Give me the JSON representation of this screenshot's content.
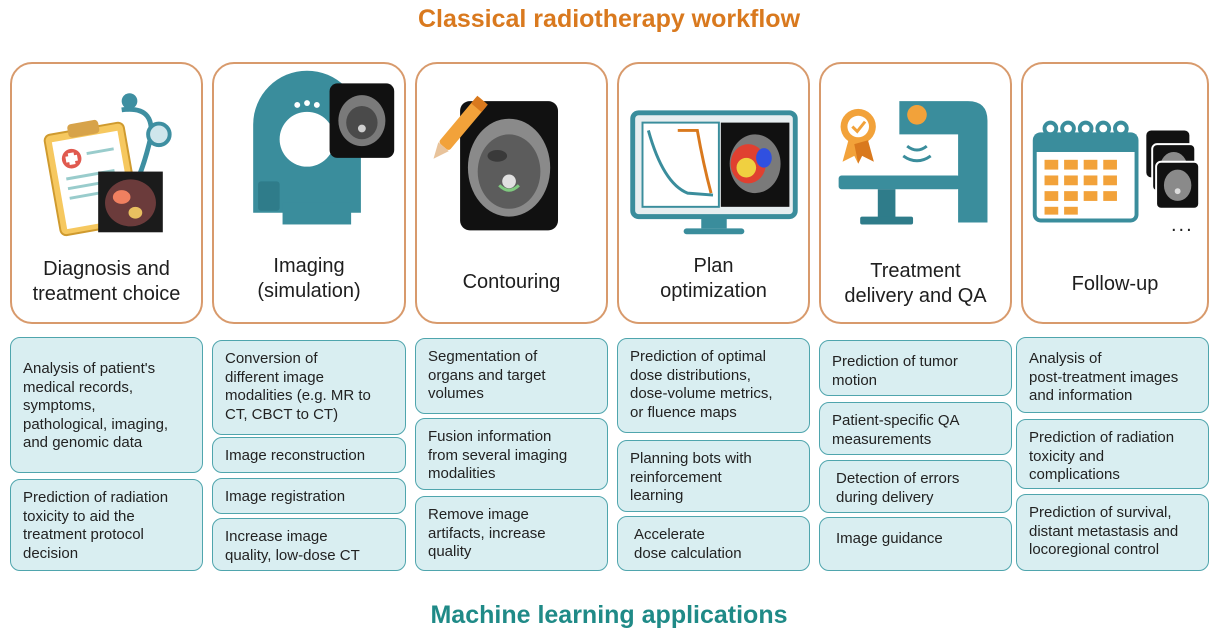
{
  "header": {
    "title": "Classical radiotherapy workflow"
  },
  "footer": {
    "title": "Machine learning applications"
  },
  "stages": [
    {
      "label": "Diagnosis and\ntreatment choice",
      "illustration": "clipboard-stethoscope-pet-scan-icon"
    },
    {
      "label": "Imaging\n(simulation)",
      "illustration": "ct-scanner-icon"
    },
    {
      "label": "Contouring",
      "illustration": "pen-on-ct-slice-icon"
    },
    {
      "label": "Plan\noptimization",
      "illustration": "monitor-dvh-dose-map-icon"
    },
    {
      "label": "Treatment\ndelivery and QA",
      "illustration": "linac-certificate-icon"
    },
    {
      "label": "Follow-up",
      "illustration": "calendar-scans-icon",
      "ellipsis": "..."
    }
  ],
  "applications": [
    [
      "Analysis of patient's\nmedical records,\nsymptoms,\npathological, imaging,\nand genomic data",
      "Prediction of radiation\ntoxicity to aid the\ntreatment protocol\ndecision"
    ],
    [
      "Conversion of\ndifferent image\nmodalities (e.g. MR to\nCT, CBCT to CT)",
      "Image reconstruction",
      "Image registration",
      "Increase image\nquality, low-dose CT"
    ],
    [
      "Segmentation of\norgans and target\nvolumes",
      "Fusion information\nfrom several imaging\nmodalities",
      "Remove image\nartifacts, increase\nquality"
    ],
    [
      "Prediction of optimal\ndose distributions,\ndose-volume metrics,\nor fluence maps",
      "Planning bots with\nreinforcement\nlearning",
      "Accelerate\ndose calculation"
    ],
    [
      "Prediction of tumor\nmotion",
      "Patient-specific QA\nmeasurements",
      "Detection of errors\nduring delivery",
      "Image guidance"
    ],
    [
      "Analysis of\npost-treatment images\nand information",
      "Prediction of radiation\ntoxicity and\ncomplications",
      "Prediction of survival,\ndistant metastasis and\nlocoregional control"
    ]
  ],
  "colors": {
    "header": "#d9791e",
    "footer": "#1f8a87",
    "stage_border": "#d89a6c",
    "app_fill": "#d9eef1",
    "app_border": "#4fa5ad",
    "teal": "#3b8f99"
  }
}
